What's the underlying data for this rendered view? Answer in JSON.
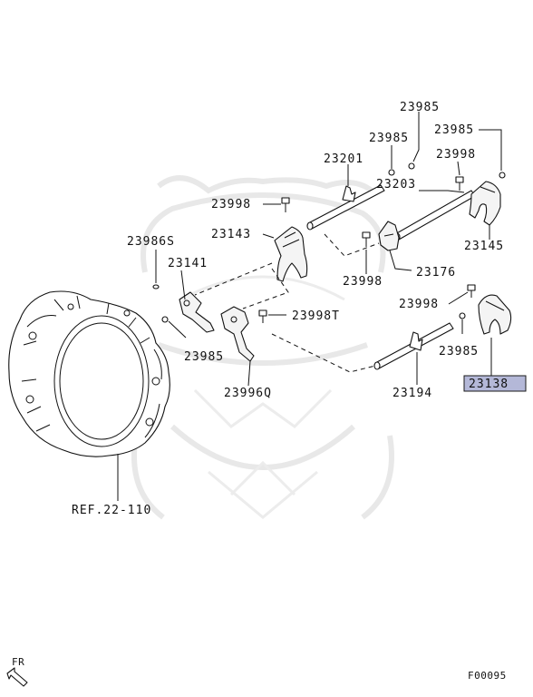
{
  "labels": {
    "p23985_top": "23985",
    "p23985_upper_mid": "23985",
    "p23985_right": "23985",
    "p23201": "23201",
    "p23998_right_top": "23998",
    "p23998_left": "23998",
    "p23203": "23203",
    "p23143": "23143",
    "p23986s": "23986S",
    "p23145": "23145",
    "p23141": "23141",
    "p23998_mid": "23998",
    "p23176": "23176",
    "p23998_lower_right": "23998",
    "p23998t": "23998T",
    "p23985_lower_left": "23985",
    "p23985_lower_right": "23985",
    "p23138": "23138",
    "p23996q": "23996Q",
    "p23194": "23194",
    "ref": "REF.22-110"
  },
  "footer": {
    "fr_label": "FR",
    "figure_code": "F00095"
  },
  "colors": {
    "highlight_fill": "#b4b8d8",
    "highlight_border": "#1a1a1a",
    "watermark": "#e8e8e8"
  },
  "icons": {
    "front_arrow": "front-direction-arrow-icon"
  }
}
